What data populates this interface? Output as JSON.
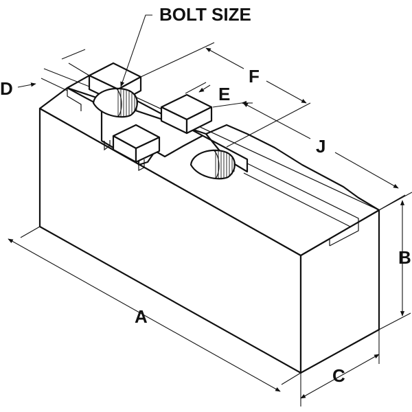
{
  "labels": {
    "bolt_size": "BOLT SIZE",
    "a": "A",
    "b": "B",
    "c": "C",
    "d": "D",
    "e": "E",
    "f": "F",
    "j": "J"
  }
}
